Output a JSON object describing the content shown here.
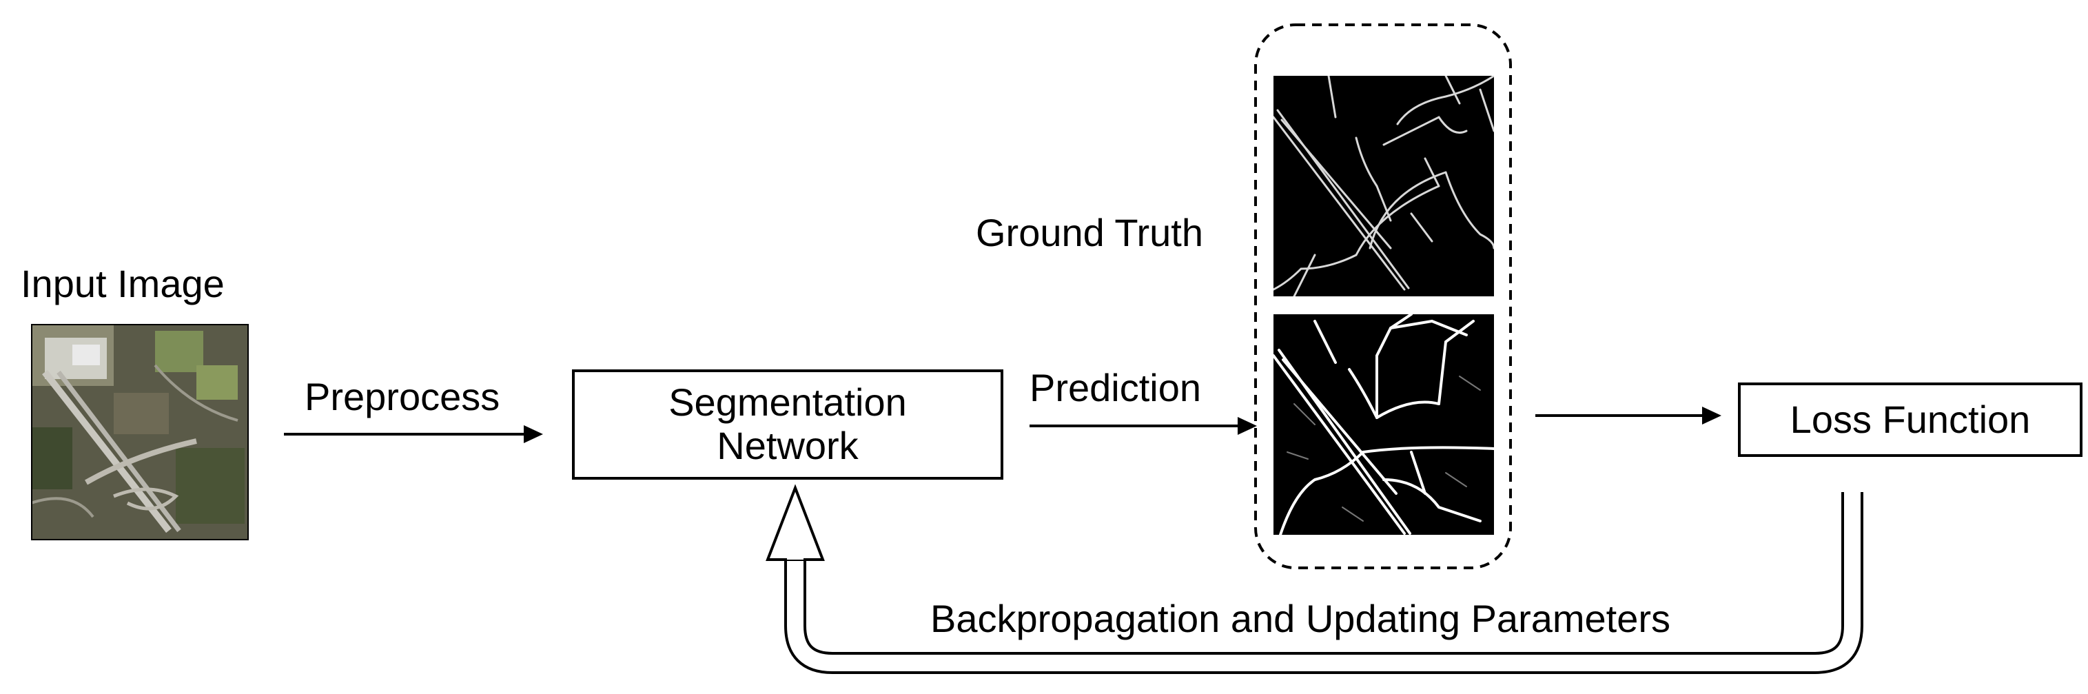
{
  "labels": {
    "input_image": "Input Image",
    "preprocess": "Preprocess",
    "segmentation_line1": "Segmentation",
    "segmentation_line2": "Network",
    "prediction": "Prediction",
    "ground_truth": "Ground Truth",
    "loss_function": "Loss Function",
    "backprop": "Backpropagation and Updating Parameters"
  },
  "colors": {
    "line": "#000000",
    "mask_background": "#000000",
    "mask_road": "#ffffff"
  },
  "images": {
    "input": "aerial-satellite-image",
    "ground_truth": "road-mask-ground-truth",
    "prediction": "road-mask-prediction"
  }
}
